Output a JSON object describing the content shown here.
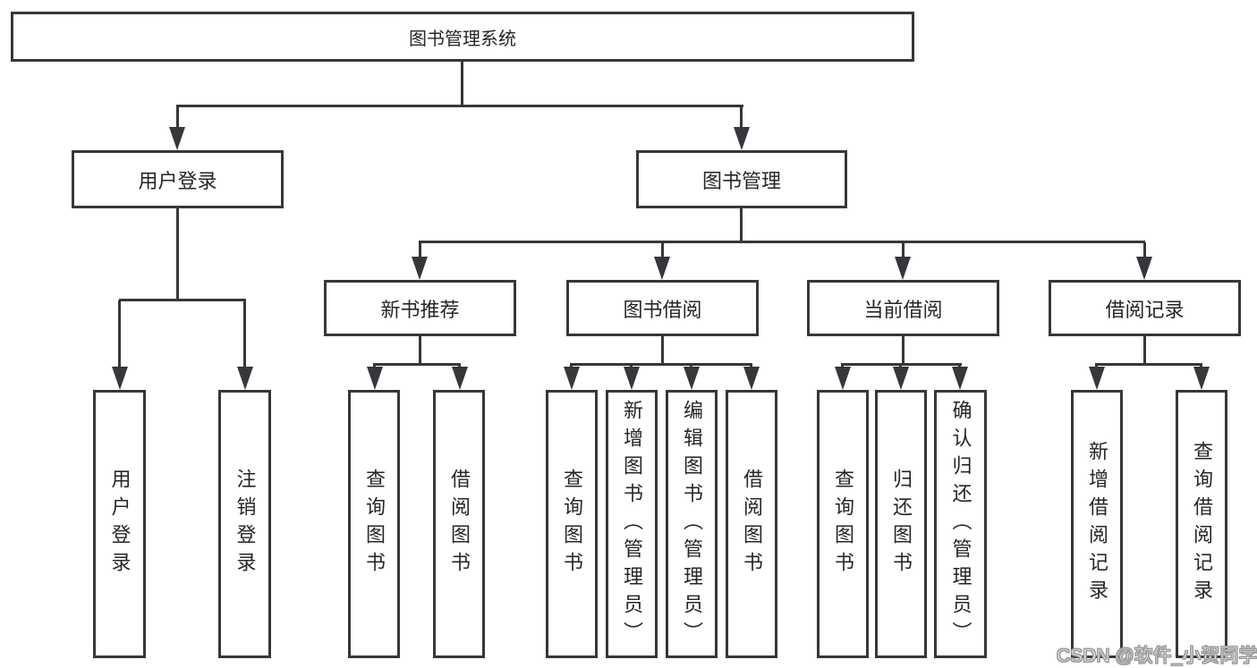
{
  "tree": {
    "root": {
      "label": "图书管理系统"
    },
    "branches": [
      {
        "label": "用户登录",
        "leaves": [
          "用户登录",
          "注销登录"
        ]
      },
      {
        "label": "图书管理",
        "groups": [
          {
            "label": "新书推荐",
            "leaves": [
              "查询图书",
              "借阅图书"
            ]
          },
          {
            "label": "图书借阅",
            "leaves": [
              "查询图书",
              "新增图书（管理员）",
              "编辑图书（管理员）",
              "借阅图书"
            ]
          },
          {
            "label": "当前借阅",
            "leaves": [
              "查询图书",
              "归还图书",
              "确认归还（管理员）"
            ]
          },
          {
            "label": "借阅记录",
            "leaves": [
              "新增借阅记录",
              "查询借阅记录"
            ]
          }
        ]
      }
    ]
  },
  "watermark": {
    "text": "CSDN @软件_小贺同学"
  },
  "colors": {
    "line": "#35373a",
    "text": "#262626",
    "background": "#ffffff",
    "watermark_outline": "#9c9c9c",
    "watermark_fill": "#ffffff"
  }
}
